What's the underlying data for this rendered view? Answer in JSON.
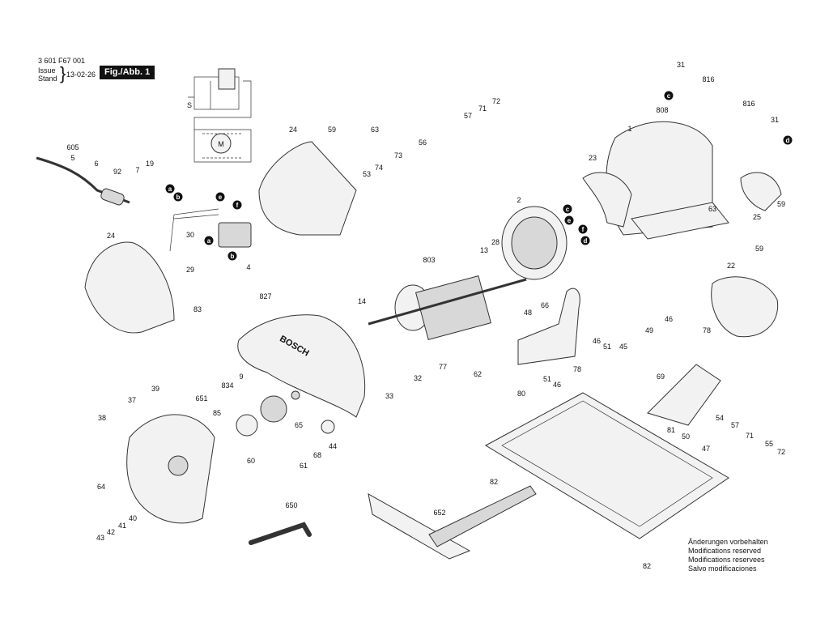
{
  "header": {
    "doc_number": "3 601 F67 001",
    "issue_label": "Issue",
    "stand_label": "Stand",
    "brace": "}",
    "issue_date": "13-02-26",
    "figure_label": "Fig./Abb. 1"
  },
  "notice_lines": [
    "Änderungen vorbehalten",
    "Modifications reserved",
    "Modifications reservees",
    "Salvo modificaciones"
  ],
  "brand_text": "BOSCH",
  "wiring_labels": {
    "s": "S",
    "m": "M"
  },
  "part_labels": [
    "605",
    "5",
    "6",
    "92",
    "7",
    "19",
    "24",
    "59",
    "63",
    "73",
    "74",
    "53",
    "56",
    "57",
    "71",
    "72",
    "31",
    "816",
    "808",
    "1",
    "23",
    "816",
    "31",
    "59",
    "25",
    "63",
    "2",
    "13",
    "28",
    "803",
    "66",
    "30",
    "29",
    "4",
    "83",
    "24",
    "14",
    "827",
    "22",
    "59",
    "48",
    "46",
    "51",
    "45",
    "49",
    "46",
    "78",
    "69",
    "51",
    "46",
    "78",
    "62",
    "80",
    "77",
    "32",
    "33",
    "651",
    "834",
    "9",
    "85",
    "65",
    "44",
    "68",
    "61",
    "60",
    "39",
    "37",
    "38",
    "64",
    "40",
    "41",
    "42",
    "43",
    "650",
    "652",
    "82",
    "82",
    "47",
    "50",
    "81",
    "54",
    "57",
    "71",
    "55",
    "72"
  ],
  "connector_letters": [
    "a",
    "b",
    "e",
    "f",
    "a",
    "b",
    "c",
    "e",
    "f",
    "d",
    "c",
    "d"
  ]
}
